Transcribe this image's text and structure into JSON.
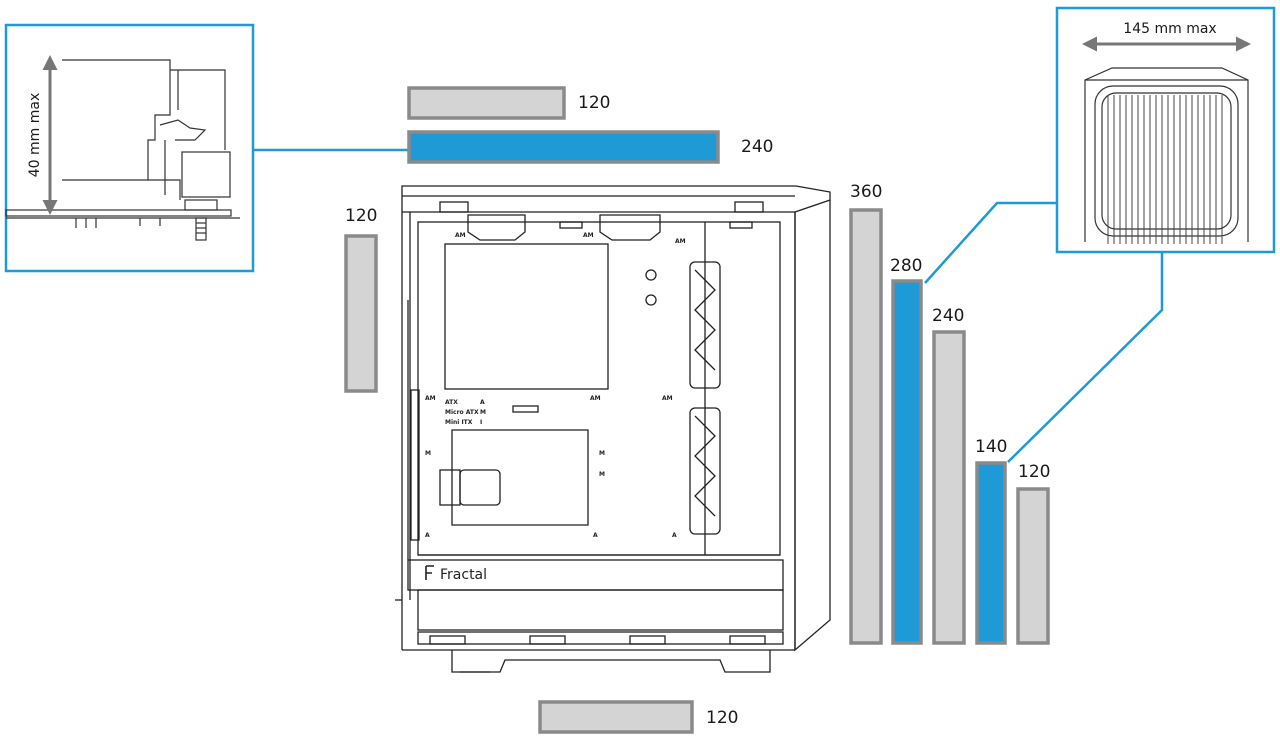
{
  "colors": {
    "accent": "#1e9ad6",
    "radiator_fill": "#d4d4d4",
    "radiator_border": "#8a8a8a",
    "line": "#222222"
  },
  "radiators": {
    "top_120": "120",
    "top_240": "240",
    "front_360": "360",
    "front_280": "280",
    "front_240": "240",
    "front_140": "140",
    "front_120": "120",
    "rear_120": "120",
    "bottom_120": "120"
  },
  "left_inset": {
    "dimension": "40 mm max"
  },
  "right_inset": {
    "dimension": "145 mm max"
  },
  "case": {
    "brand": "Fractal",
    "board_labels": {
      "row1": "ATX",
      "row2": "Micro  ATX",
      "row3": "Mini  ITX",
      "col_a": "A",
      "col_m": "M",
      "col_i": "I"
    },
    "mount_am": "AM",
    "mount_a": "A",
    "mount_m": "M"
  },
  "highlighted": [
    "top_240",
    "front_280",
    "front_140"
  ]
}
